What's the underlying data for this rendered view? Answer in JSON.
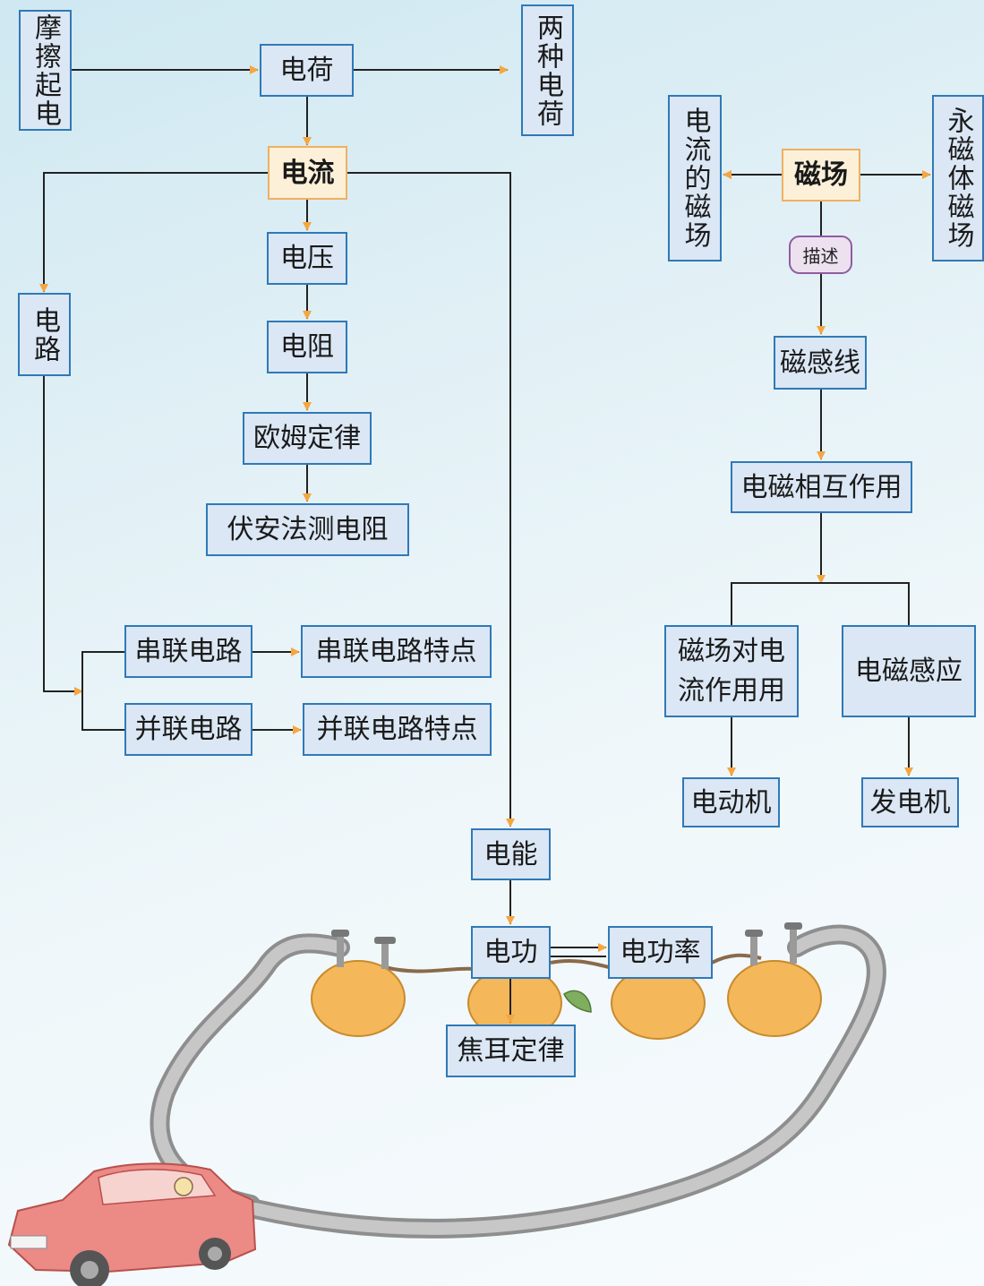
{
  "nodes": {
    "friction": "摩擦起电",
    "charge": "电荷",
    "two_charges": "两种电荷",
    "current": "电流",
    "voltage": "电压",
    "resistance": "电阻",
    "ohm": "欧姆定律",
    "volt_amp": "伏安法测电阻",
    "circuit": "电路",
    "series": "串联电路",
    "series_feat": "串联电路特点",
    "parallel": "并联电路",
    "parallel_feat": "并联电路特点",
    "energy": "电能",
    "work": "电功",
    "power": "电功率",
    "joule": "焦耳定律",
    "magnetic_field": "磁场",
    "current_field": "电流的磁场",
    "magnet_field": "永磁体磁场",
    "describe": "描述",
    "field_lines": "磁感线",
    "em_interaction": "电磁相互作用",
    "force_on_current": "磁场对电流作用用",
    "induction": "电磁感应",
    "motor": "电动机",
    "generator": "发电机"
  },
  "colors": {
    "box_fill": "#dbe7f4",
    "box_border": "#2f79b8",
    "highlight_fill": "#fdf0d9",
    "highlight_border": "#f0b060",
    "arrow": "#f5a640",
    "pill_fill": "#ede1f0",
    "pill_border": "#8f5da2"
  }
}
